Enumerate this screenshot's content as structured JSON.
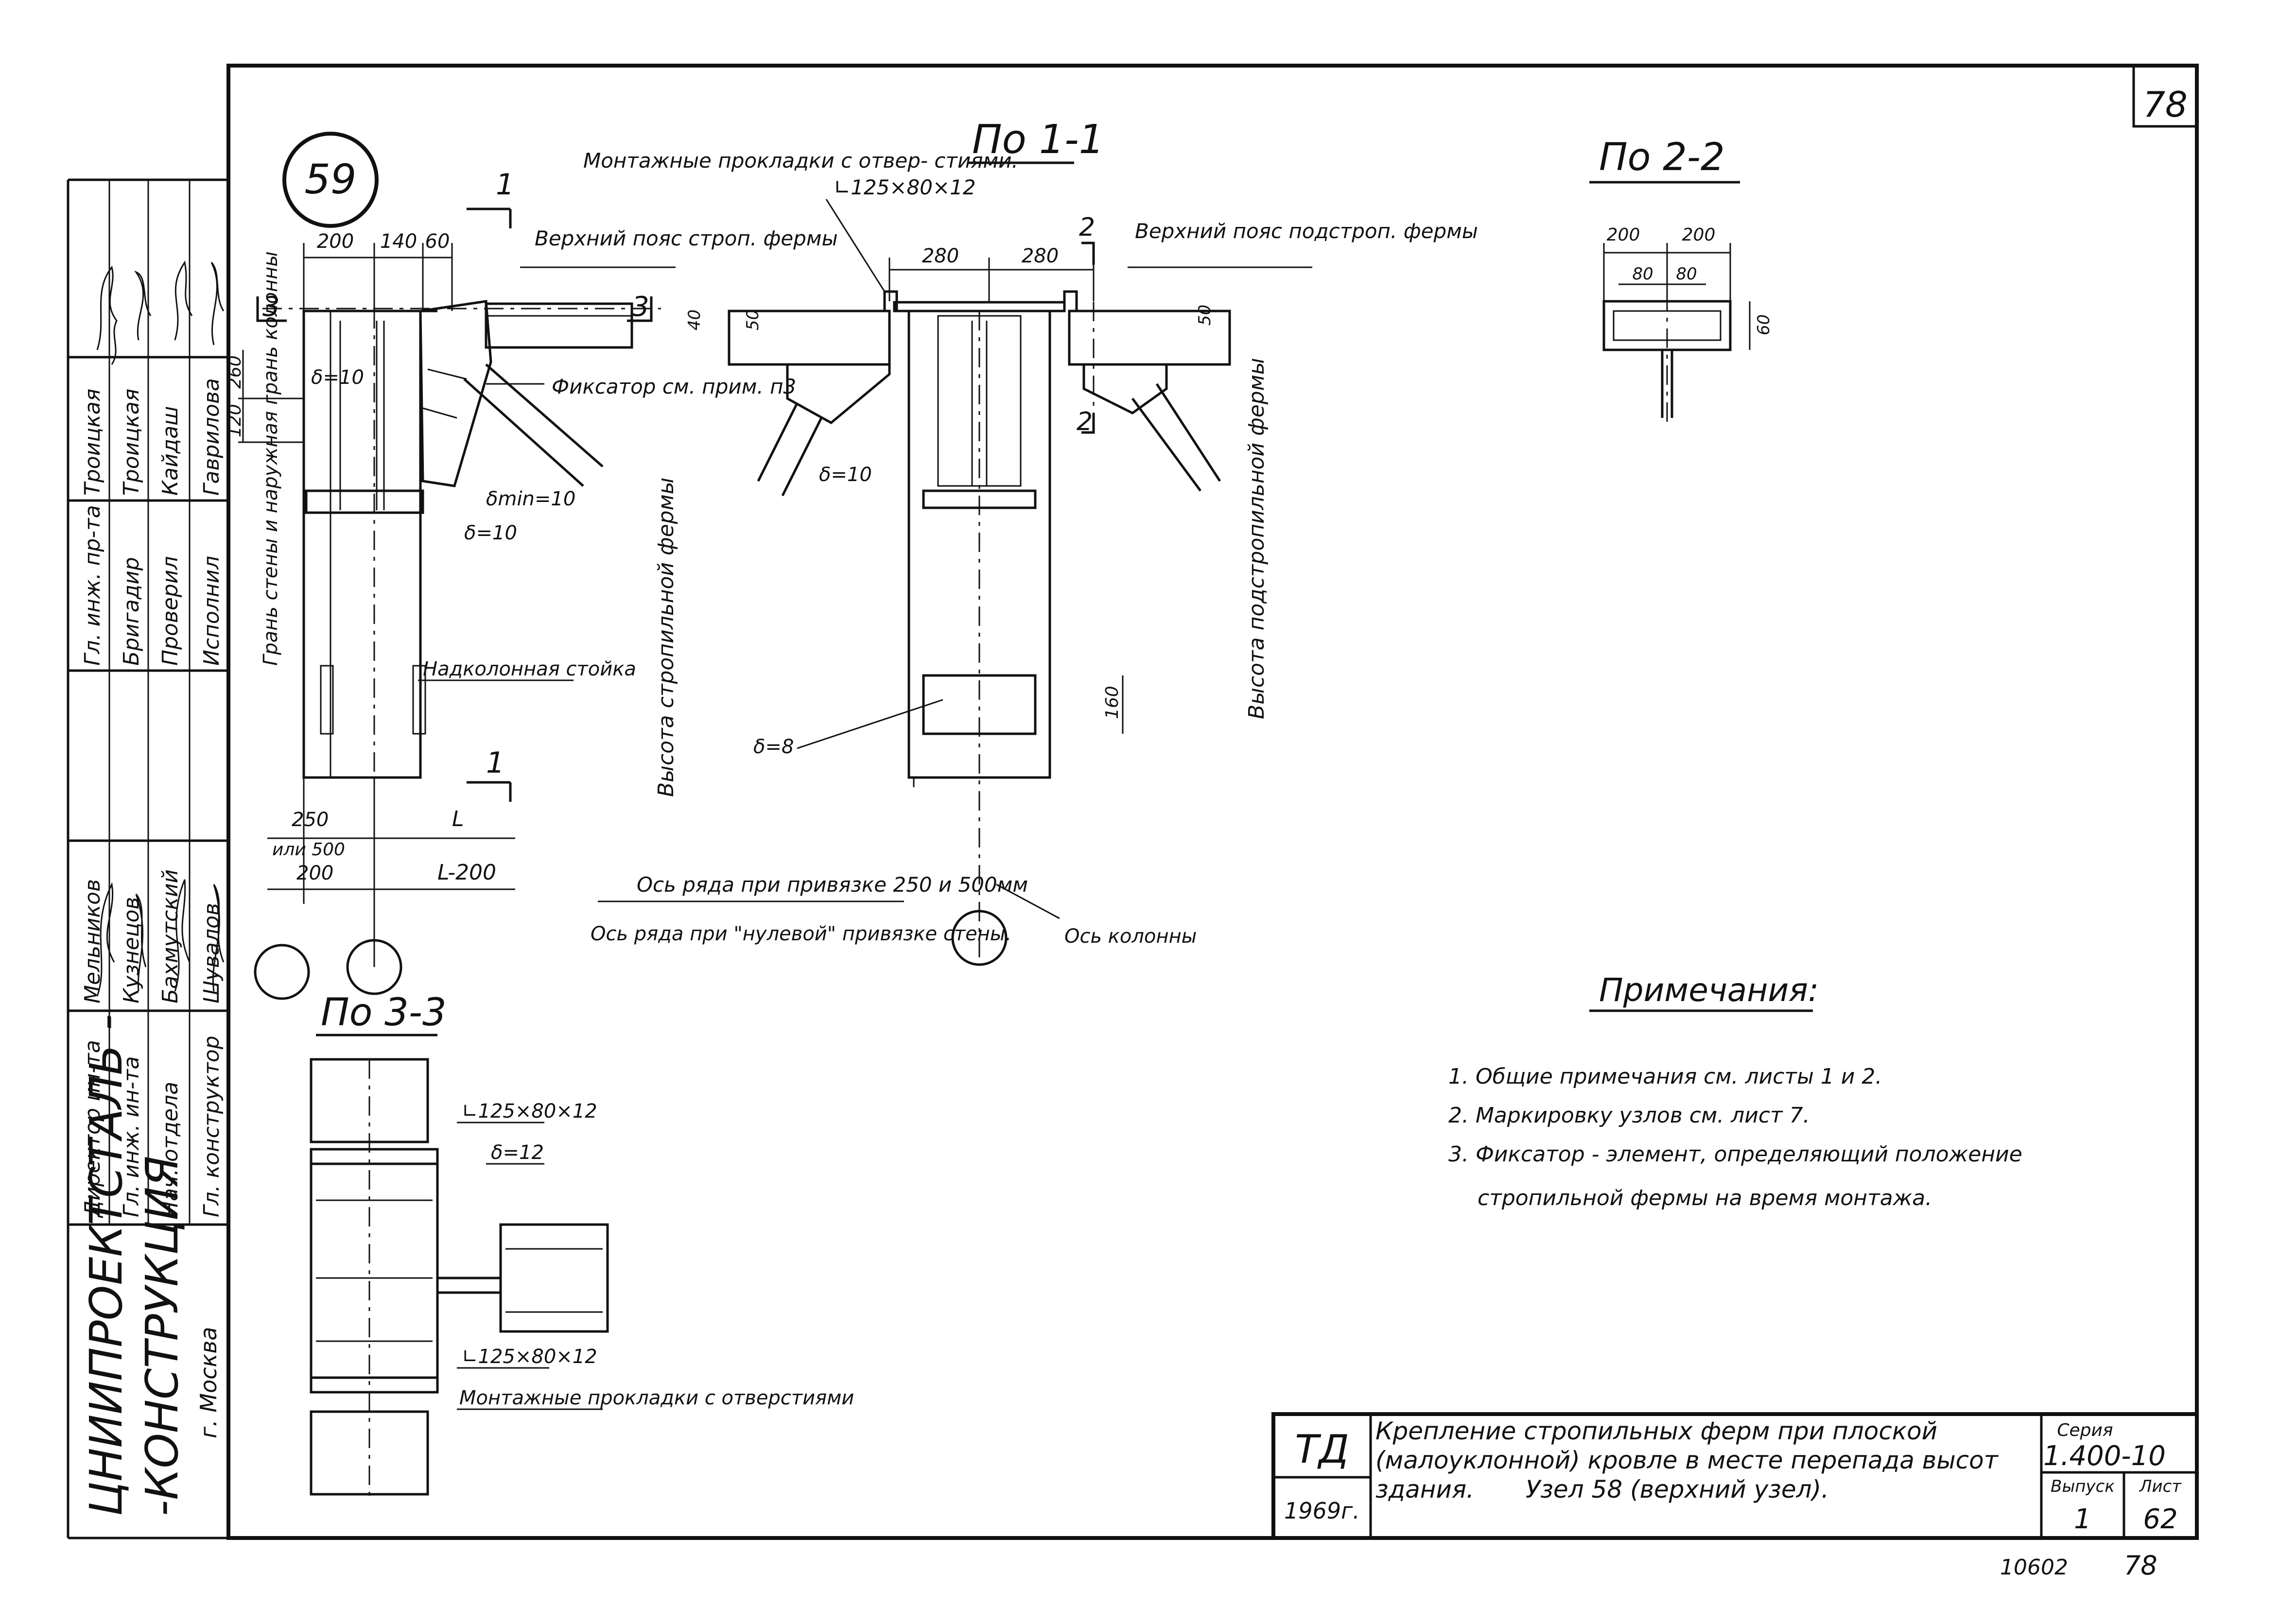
{
  "sheet_number_corner": "78",
  "node_number": "59",
  "views": {
    "section_1": "По 1-1",
    "section_2": "По 2-2",
    "section_3": "По 3-3"
  },
  "marks": {
    "cut_1": "1",
    "cut_2": "2",
    "cut_3": "3"
  },
  "dims": {
    "d200": "200",
    "d140": "140",
    "d60": "60",
    "d260": "260",
    "d120": "120",
    "d250": "250",
    "or500": "или 500",
    "L": "L",
    "L200": "L-200",
    "d280a": "280",
    "d280b": "280",
    "d50a": "50",
    "d50b": "50",
    "d40": "40",
    "d160": "160",
    "s2_200a": "200",
    "s2_200b": "200",
    "s2_80a": "80",
    "s2_80b": "80",
    "s2_60": "60"
  },
  "labels": {
    "mount_pads": "Монтажные прокладки с отвер- стиями.",
    "angle_top": "∟125×80×12",
    "top_chord_truss": "Верхний пояс строп. фермы",
    "top_chord_subtruss": "Верхний пояс подстроп. фермы",
    "fixator": "Фиксатор см. прим. п3",
    "delta10a": "δ=10",
    "delta10b": "δ=10",
    "delta10c": "δ=10",
    "delta_min10": "δmin=10",
    "delta8": "δ=8",
    "delta12": "δ=12",
    "wall_face": "Грань стены и наружная грань колонны",
    "supra_column": "Надколонная стойка",
    "truss_height": "Высота стропильной фермы",
    "subtruss_height": "Высота подстропильной фермы",
    "row_axis_500": "Ось ряда при привязке 250 и 500мм",
    "row_axis_zero": "Ось ряда при \"нулевой\" привязке стены.",
    "column_axis": "Ось колонны",
    "angle_3a": "∟125×80×12",
    "angle_3b": "∟125×80×12",
    "mount_pads_3": "Монтажные прокладки с отверстиями"
  },
  "notes": {
    "heading": "Примечания:",
    "items": [
      "1. Общие примечания см. листы 1 и 2.",
      "2. Маркировку узлов см. лист 7.",
      "3. Фиксатор - элемент, определяющий положение",
      "стропильной фермы на время монтажа."
    ]
  },
  "side_block": {
    "org_line1": "ЦНИИПРОЕКТСТАЛЬ -",
    "org_line2": "-КОНСТРУКЦИЯ",
    "city": "г. Москва",
    "roles": [
      "Директор ин-та",
      "Гл. инж. ин-та",
      "Нач. отдела",
      "Гл. конструктор",
      "Гл. инж. пр-та",
      "Бригадир",
      "Проверил",
      "Исполнил"
    ],
    "names": [
      "Мельников",
      "Кузнецов",
      "Бахмутский",
      "Шувалов",
      "Троицкая",
      "Троицкая",
      "Кайдаш",
      "Гаврилова"
    ]
  },
  "title_block": {
    "td": "ТД",
    "year": "1969г.",
    "title": "Крепление стропильных ферм при плоской (малоуклонной) кровле в месте перепада высот здания.",
    "subtitle": "Узел 58 (верхний узел).",
    "series_label": "Серия",
    "series_value": "1.400-10",
    "issue_label": "Выпуск",
    "issue_value": "1",
    "sheet_label": "Лист",
    "sheet_value": "62"
  },
  "footer": {
    "code": "10602",
    "page": "78"
  }
}
